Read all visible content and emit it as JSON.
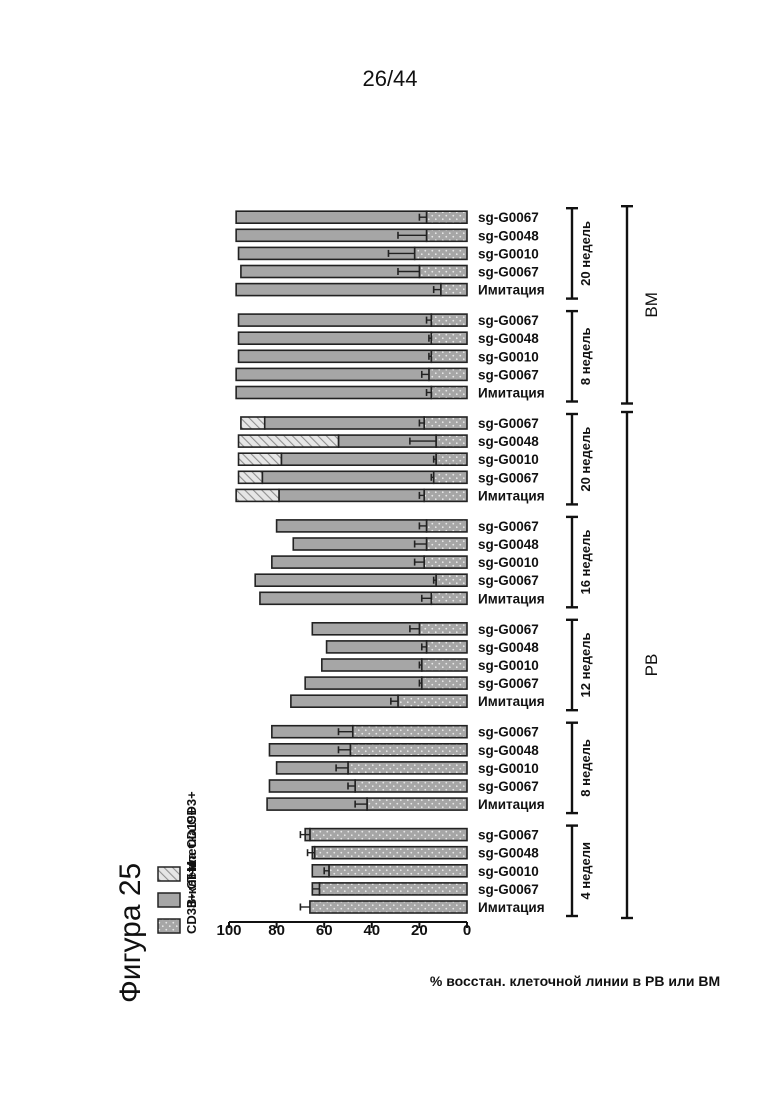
{
  "page_number": "26/44",
  "chart_data": {
    "type": "bar",
    "title": "Фигура 25",
    "ylabel": "% восстан. клеточной линии в PB или BM",
    "ylim": [
      0,
      100
    ],
    "yticks": [
      0,
      20,
      40,
      60,
      80,
      100
    ],
    "stacked": true,
    "legend_position": "top-left",
    "legend": [
      {
        "label": "T-клетка CD3+",
        "pattern": "hatch"
      },
      {
        "label": "B-клетка CD19+",
        "pattern": "solid"
      },
      {
        "label": "CD33+ G+M",
        "pattern": "dots"
      }
    ],
    "colors": {
      "bar_fill": "#a6a6a6",
      "bar_stroke": "#222222",
      "hatch_bg": "#e6e6e6",
      "hatch_line": "#8f8f8f"
    },
    "tissues": [
      {
        "label": "PB",
        "groups": [
          {
            "label": "4 недели",
            "bars": [
              {
                "name": "Имитация",
                "g": 66,
                "b": 0,
                "t": 0,
                "err": 4
              },
              {
                "name": "sg-G0067",
                "g": 62,
                "b": 3,
                "t": 0,
                "err": 3
              },
              {
                "name": "sg-G0010",
                "g": 58,
                "b": 7,
                "t": 0,
                "err": 2
              },
              {
                "name": "sg-G0048",
                "g": 64,
                "b": 1,
                "t": 0,
                "err": 3
              },
              {
                "name": "sg-G0067",
                "g": 66,
                "b": 2,
                "t": 0,
                "err": 4
              }
            ]
          },
          {
            "label": "8 недель",
            "bars": [
              {
                "name": "Имитация",
                "g": 42,
                "b": 42,
                "t": 0,
                "err": 5
              },
              {
                "name": "sg-G0067",
                "g": 47,
                "b": 36,
                "t": 0,
                "err": 3
              },
              {
                "name": "sg-G0010",
                "g": 50,
                "b": 30,
                "t": 0,
                "err": 5
              },
              {
                "name": "sg-G0048",
                "g": 49,
                "b": 34,
                "t": 0,
                "err": 5
              },
              {
                "name": "sg-G0067",
                "g": 48,
                "b": 34,
                "t": 0,
                "err": 6
              }
            ]
          },
          {
            "label": "12 недель",
            "bars": [
              {
                "name": "Имитация",
                "g": 29,
                "b": 45,
                "t": 0,
                "err": 3
              },
              {
                "name": "sg-G0067",
                "g": 19,
                "b": 49,
                "t": 0,
                "err": 1
              },
              {
                "name": "sg-G0010",
                "g": 19,
                "b": 42,
                "t": 0,
                "err": 1
              },
              {
                "name": "sg-G0048",
                "g": 17,
                "b": 42,
                "t": 0,
                "err": 2
              },
              {
                "name": "sg-G0067",
                "g": 20,
                "b": 45,
                "t": 0,
                "err": 4
              }
            ]
          },
          {
            "label": "16 недель",
            "bars": [
              {
                "name": "Имитация",
                "g": 15,
                "b": 72,
                "t": 0,
                "err": 4
              },
              {
                "name": "sg-G0067",
                "g": 13,
                "b": 76,
                "t": 0,
                "err": 1
              },
              {
                "name": "sg-G0010",
                "g": 18,
                "b": 64,
                "t": 0,
                "err": 4
              },
              {
                "name": "sg-G0048",
                "g": 17,
                "b": 56,
                "t": 0,
                "err": 5
              },
              {
                "name": "sg-G0067",
                "g": 17,
                "b": 63,
                "t": 0,
                "err": 3
              }
            ]
          },
          {
            "label": "20 недель",
            "bars": [
              {
                "name": "Имитация",
                "g": 18,
                "b": 61,
                "t": 18,
                "err": 2
              },
              {
                "name": "sg-G0067",
                "g": 14,
                "b": 72,
                "t": 10,
                "err": 1
              },
              {
                "name": "sg-G0010",
                "g": 13,
                "b": 65,
                "t": 18,
                "err": 1
              },
              {
                "name": "sg-G0048",
                "g": 13,
                "b": 41,
                "t": 42,
                "err": 11
              },
              {
                "name": "sg-G0067",
                "g": 18,
                "b": 67,
                "t": 10,
                "err": 2
              }
            ]
          }
        ]
      },
      {
        "label": "BM",
        "groups": [
          {
            "label": "8 недель",
            "bars": [
              {
                "name": "Имитация",
                "g": 15,
                "b": 82,
                "t": 0,
                "err": 2
              },
              {
                "name": "sg-G0067",
                "g": 16,
                "b": 81,
                "t": 0,
                "err": 3
              },
              {
                "name": "sg-G0010",
                "g": 15,
                "b": 81,
                "t": 0,
                "err": 1
              },
              {
                "name": "sg-G0048",
                "g": 15,
                "b": 81,
                "t": 0,
                "err": 1
              },
              {
                "name": "sg-G0067",
                "g": 15,
                "b": 81,
                "t": 0,
                "err": 2
              }
            ]
          },
          {
            "label": "20 недель",
            "bars": [
              {
                "name": "Имитация",
                "g": 11,
                "b": 86,
                "t": 0,
                "err": 3
              },
              {
                "name": "sg-G0067",
                "g": 20,
                "b": 75,
                "t": 0,
                "err": 9
              },
              {
                "name": "sg-G0010",
                "g": 22,
                "b": 74,
                "t": 0,
                "err": 11
              },
              {
                "name": "sg-G0048",
                "g": 17,
                "b": 80,
                "t": 0,
                "err": 12
              },
              {
                "name": "sg-G0067",
                "g": 17,
                "b": 80,
                "t": 0,
                "err": 3
              }
            ]
          }
        ]
      }
    ]
  }
}
